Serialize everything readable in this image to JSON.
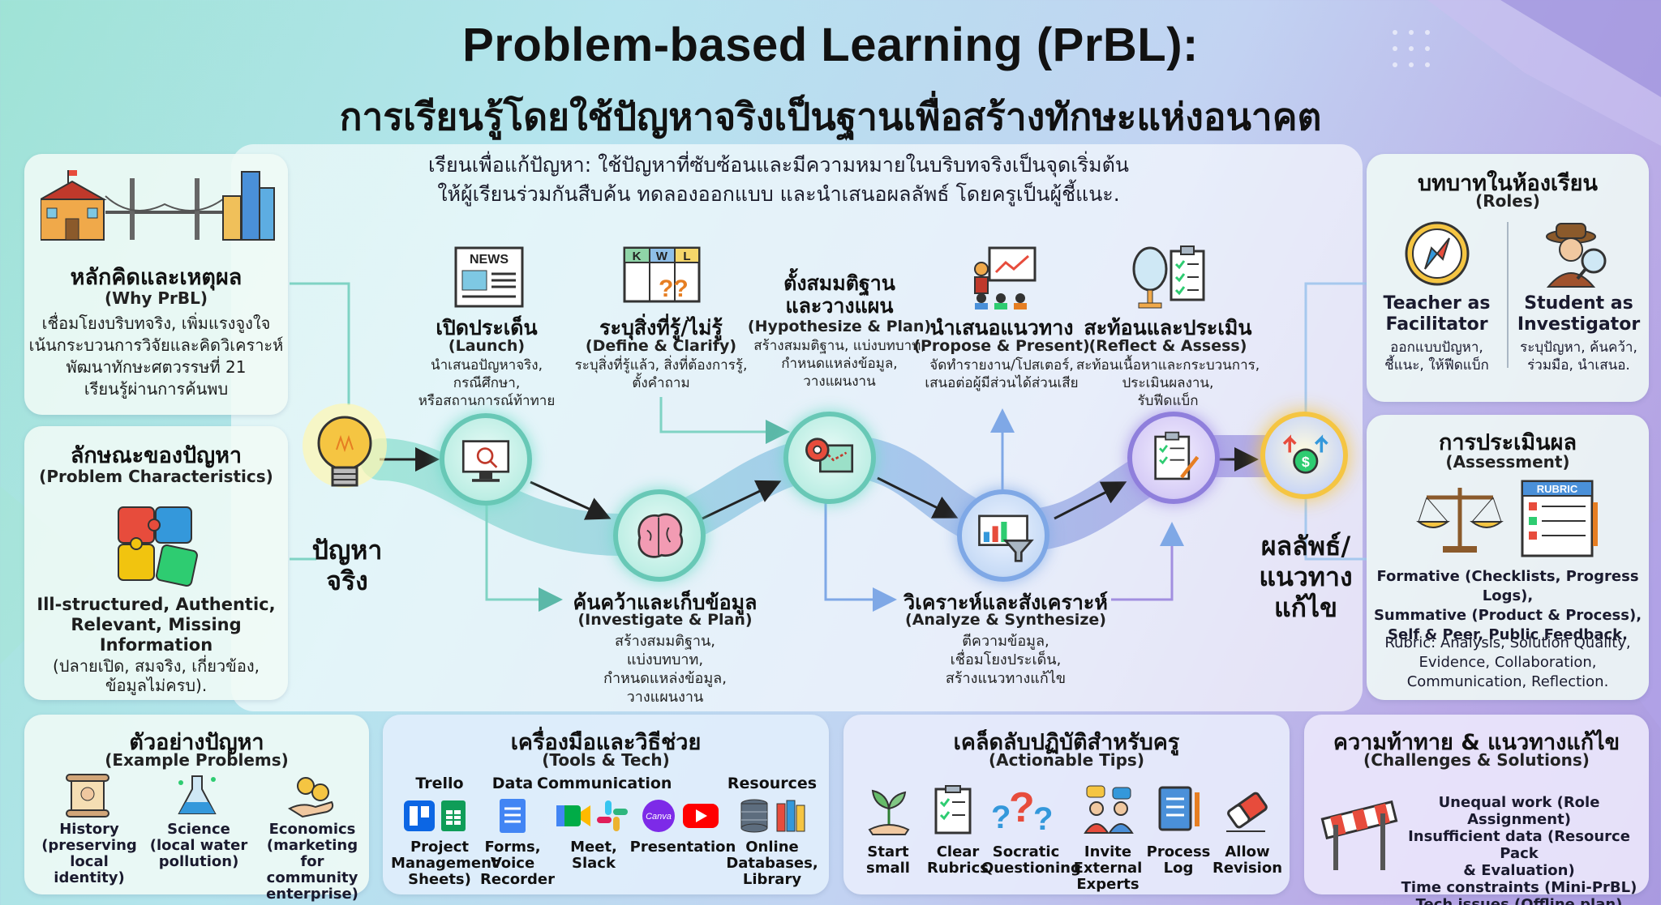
{
  "header": {
    "title": "Problem-based Learning (PrBL):",
    "subtitle": "การเรียนรู้โดยใช้ปัญหาจริงเป็นฐานเพื่อสร้างทักษะแห่งอนาคต"
  },
  "intro": {
    "line1": "เรียนเพื่อแก้ปัญหา: ใช้ปัญหาที่ซับซ้อนและมีความหมายในบริบทจริงเป็นจุดเริ่มต้น",
    "line2": "ให้ผู้เรียนร่วมกันสืบค้น ทดลองออกแบบ และนำเสนอผลลัพธ์ โดยครูเป็นผู้ชี้แนะ."
  },
  "rationale": {
    "title": "หลักคิดและเหตุผล",
    "en": "(Why PrBL)",
    "lines": [
      "เชื่อมโยงบริบทจริง, เพิ่มแรงจูงใจ",
      "เน้นกระบวนการวิจัยและคิดวิเคราะห์",
      "พัฒนาทักษะศตวรรษที่ 21",
      "เรียนรู้ผ่านการค้นพบ"
    ]
  },
  "characteristics": {
    "title": "ลักษณะของปัญหา",
    "en": "(Problem Characteristics)",
    "bold_lines": [
      "Ill-structured, Authentic,",
      "Relevant, Missing",
      "Information"
    ],
    "lines": [
      "(ปลายเปิด, สมจริง, เกี่ยวข้อง,",
      "ข้อมูลไม่ครบ)."
    ]
  },
  "flow": {
    "start_label_1": "ปัญหา",
    "start_label_2": "จริง",
    "end_label_1": "ผลลัพธ์/",
    "end_label_2": "แนวทาง",
    "end_label_3": "แก้ไข",
    "steps": [
      {
        "title": "เปิดประเด็น",
        "en": "(Launch)",
        "desc": [
          "นำเสนอปัญหาจริง,",
          "กรณีศึกษา,",
          "หรือสถานการณ์ท้าทาย"
        ],
        "icon_text": "NEWS"
      },
      {
        "title": "ระบุสิ่งที่รู้/ไม่รู้",
        "en": "(Define & Clarify)",
        "desc": [
          "ระบุสิ่งที่รู้แล้ว, สิ่งที่ต้องการรู้,",
          "ตั้งคำถาม"
        ],
        "icon_k": "K",
        "icon_w": "W",
        "icon_l": "L"
      },
      {
        "title": "ค้นคว้าและเก็บข้อมูล",
        "en": "(Investigate & Plan)",
        "desc": [
          "สร้างสมมติฐาน,",
          "แบ่งบทบาท,",
          "กำหนดแหล่งข้อมูล,",
          "วางแผนงาน"
        ]
      },
      {
        "title": "ตั้งสมมติฐาน",
        "title2": "และวางแผน",
        "en": "(Hypothesize & Plan)",
        "desc": [
          "สร้างสมมติฐาน, แบ่งบทบาท,",
          "กำหนดแหล่งข้อมูล,",
          "วางแผนงาน"
        ]
      },
      {
        "title": "วิเคราะห์และสังเคราะห์",
        "en": "(Analyze & Synthesize)",
        "desc": [
          "ตีความข้อมูล,",
          "เชื่อมโยงประเด็น,",
          "สร้างแนวทางแก้ไข"
        ]
      },
      {
        "title": "นำเสนอแนวทาง",
        "en": "(Propose & Present)",
        "desc": [
          "จัดทำรายงาน/โปสเตอร์,",
          "เสนอต่อผู้มีส่วนได้ส่วนเสีย"
        ]
      },
      {
        "title": "สะท้อนและประเมิน",
        "en": "(Reflect & Assess)",
        "desc": [
          "สะท้อนเนื้อหาและกระบวนการ,",
          "ประเมินผลงาน,",
          "รับฟีดแบ็ก"
        ]
      }
    ]
  },
  "roles": {
    "title": "บทบาทในห้องเรียน",
    "en": "(Roles)",
    "teacher_title_1": "Teacher as",
    "teacher_title_2": "Facilitator",
    "teacher_desc_1": "ออกแบบปัญหา,",
    "teacher_desc_2": "ชี้แนะ, ให้ฟีดแบ็ก",
    "student_title_1": "Student as",
    "student_title_2": "Investigator",
    "student_desc_1": "ระบุปัญหา, ค้นคว้า,",
    "student_desc_2": "ร่วมมือ, นำเสนอ."
  },
  "assessment": {
    "title": "การประเมินผล",
    "en": "(Assessment)",
    "rubric_label": "RUBRIC",
    "lines": [
      "Formative (Checklists, Progress Logs),",
      "Summative (Product & Process),",
      "Self & Peer, Public Feedback."
    ],
    "rubric_lines": [
      "Rubric: Analysis, Solution Quality,",
      "Evidence, Collaboration,",
      "Communication, Reflection."
    ]
  },
  "examples": {
    "title": "ตัวอย่างปัญหา",
    "en": "(Example Problems)",
    "items": [
      {
        "l1": "History",
        "l2": "(preserving",
        "l3": "local identity)"
      },
      {
        "l1": "Science",
        "l2": "(local water",
        "l3": "pollution)"
      },
      {
        "l1": "Economics",
        "l2": "(marketing for",
        "l3": "community",
        "l4": "enterprise)"
      }
    ]
  },
  "tools": {
    "title": "เครื่องมือและวิธีช่วย",
    "en": "(Tools & Tech)",
    "groups": {
      "trello_h": "Trello",
      "trello_l": [
        "Project",
        "Management",
        "Sheets)"
      ],
      "data_h": "Data",
      "data_l": [
        "Forms,",
        "Voice",
        "Recorder"
      ],
      "comm_h": "Communication",
      "comm_l1": [
        "Meet,",
        "Slack"
      ],
      "comm_l2": "Presentation",
      "canva": "Canva",
      "res_h": "Resources",
      "res_l": [
        "Online",
        "Databases,",
        "Library"
      ]
    }
  },
  "tips": {
    "title": "เคล็ดลับปฏิบัติสำหรับครู",
    "en": "(Actionable Tips)",
    "items": [
      {
        "l1": "Start",
        "l2": "small"
      },
      {
        "l1": "Clear",
        "l2": "Rubrics"
      },
      {
        "l1": "Socratic",
        "l2": "Questioning"
      },
      {
        "l1": "Invite",
        "l2": "External",
        "l3": "Experts"
      },
      {
        "l1": "Process",
        "l2": "Log"
      },
      {
        "l1": "Allow",
        "l2": "Revision"
      }
    ]
  },
  "challenges": {
    "title": "ความท้าทาย & แนวทางแก้ไข",
    "en": "(Challenges & Solutions)",
    "lines": [
      "Unequal work (Role Assignment)",
      "Insufficient data (Resource Pack",
      "& Evaluation)",
      "Time constraints (Mini-PrBL)",
      "Tech issues (Offline plan)"
    ]
  },
  "colors": {
    "teal": "#68c8b6",
    "purple": "#8f7fdc",
    "blue": "#7fa8e6",
    "yellow": "#f5c542"
  }
}
